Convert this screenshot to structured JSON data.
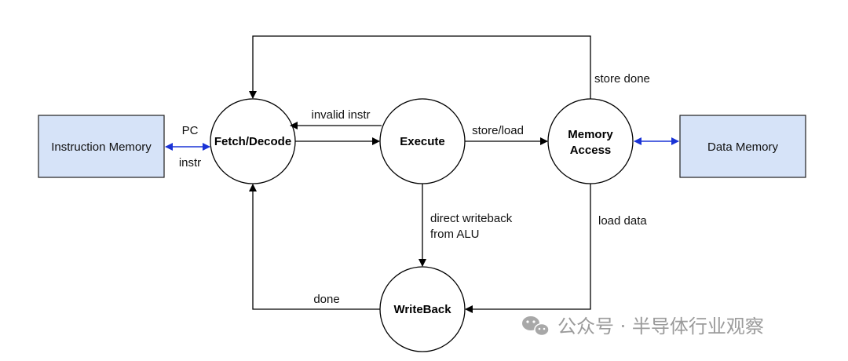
{
  "colors": {
    "box_fill": "#d6e3f8",
    "box_stroke": "#1f1f1f",
    "line": "#000000",
    "bidir": "#1a33d6",
    "watermark": "#8a8a8a"
  },
  "boxes": {
    "instruction_memory": "Instruction Memory",
    "data_memory": "Data Memory"
  },
  "nodes": {
    "fetch_decode": "Fetch/Decode",
    "execute": "Execute",
    "memory_access_line1": "Memory",
    "memory_access_line2": "Access",
    "writeback": "WriteBack"
  },
  "edge_labels": {
    "pc": "PC",
    "instr": "instr",
    "invalid_instr": "invalid instr",
    "store_load": "store/load",
    "store_done": "store done",
    "load_data": "load data",
    "direct_writeback_line1": "direct writeback",
    "direct_writeback_line2": "from ALU",
    "done": "done"
  },
  "watermark": {
    "icon": "wechat-icon",
    "text": "公众号 · 半导体行业观察"
  }
}
